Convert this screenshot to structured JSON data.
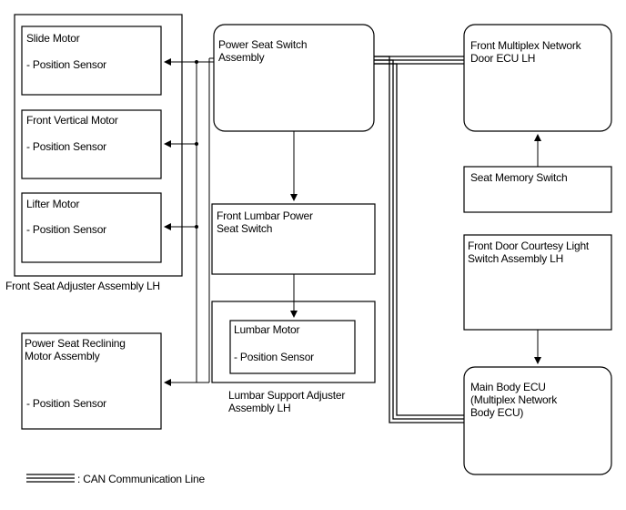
{
  "front_seat_adjuster": {
    "label": "Front Seat Adjuster Assembly LH",
    "slide_motor": {
      "title": "Slide Motor",
      "sensor": "- Position Sensor"
    },
    "front_vertical_motor": {
      "title": "Front Vertical Motor",
      "sensor": "- Position Sensor"
    },
    "lifter_motor": {
      "title": "Lifter Motor",
      "sensor": "- Position Sensor"
    }
  },
  "reclining_motor": {
    "line1": "Power Seat Reclining",
    "line2": "Motor Assembly",
    "sensor": "- Position Sensor"
  },
  "power_seat_switch": {
    "line1": "Power Seat Switch",
    "line2": "Assembly"
  },
  "front_lumbar_switch": {
    "line1": "Front Lumbar Power",
    "line2": "Seat Switch"
  },
  "lumbar_support": {
    "label1": "Lumbar Support Adjuster",
    "label2": "Assembly LH",
    "lumbar_motor": {
      "title": "Lumbar Motor",
      "sensor": "- Position Sensor"
    }
  },
  "multiplex_door_ecu": {
    "line1": "Front Multiplex Network",
    "line2": "Door ECU LH"
  },
  "seat_memory_switch": {
    "label": "Seat Memory Switch"
  },
  "courtesy_light_switch": {
    "line1": "Front Door Courtesy Light",
    "line2": "Switch Assembly LH"
  },
  "main_body_ecu": {
    "line1": "Main Body ECU",
    "line2": "(Multiplex Network",
    "line3": "Body ECU)"
  },
  "legend": {
    "label": ": CAN Communication Line"
  }
}
